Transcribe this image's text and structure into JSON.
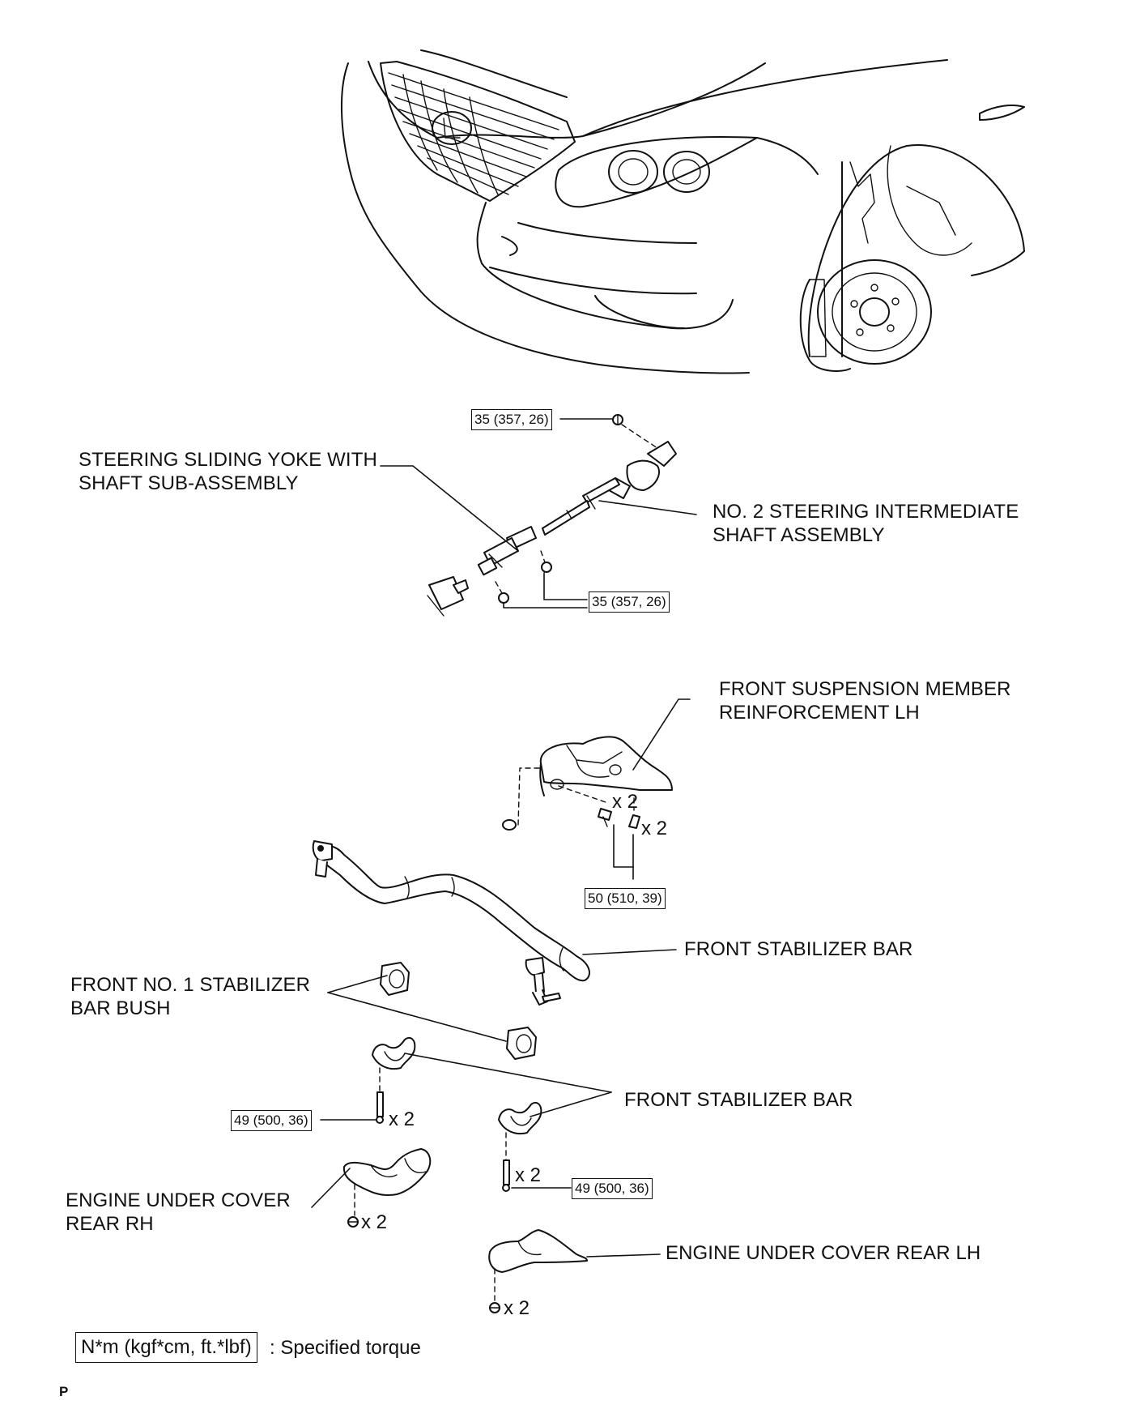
{
  "labels": {
    "sliding_yoke": "STEERING SLIDING YOKE WITH\nSHAFT SUB-ASSEMBLY",
    "intermediate_shaft": "NO. 2 STEERING INTERMEDIATE\nSHAFT ASSEMBLY",
    "member_reinforcement": "FRONT SUSPENSION MEMBER\nREINFORCEMENT LH",
    "stabilizer_bar": "FRONT STABILIZER BAR",
    "bar_bush": "FRONT NO. 1 STABILIZER\nBAR BUSH",
    "bracket": "FRONT STABILIZER BAR",
    "under_cover_rh": "ENGINE UNDER COVER\nREAR RH",
    "under_cover_lh": "ENGINE UNDER COVER REAR LH"
  },
  "torques": {
    "yoke_top": "35 (357, 26)",
    "yoke_bottom": "35 (357, 26)",
    "reinforcement": "50 (510, 39)",
    "bracket_rh": "49 (500, 36)",
    "bracket_lh": "49 (500, 36)"
  },
  "quantities": {
    "reinforcement_bolt_a": "x 2",
    "reinforcement_bolt_b": "x 2",
    "bracket_rh_bolt": "x 2",
    "bracket_lh_bolt": "x 2",
    "cover_rh_clip": "x 2",
    "cover_lh_clip": "x 2"
  },
  "legend": {
    "unit": "N*m (kgf*cm, ft.*lbf)",
    "meaning": ": Specified torque"
  },
  "corner_code": "P",
  "icons": [
    "car-front-illustration",
    "bolt-icon",
    "clip-icon"
  ]
}
